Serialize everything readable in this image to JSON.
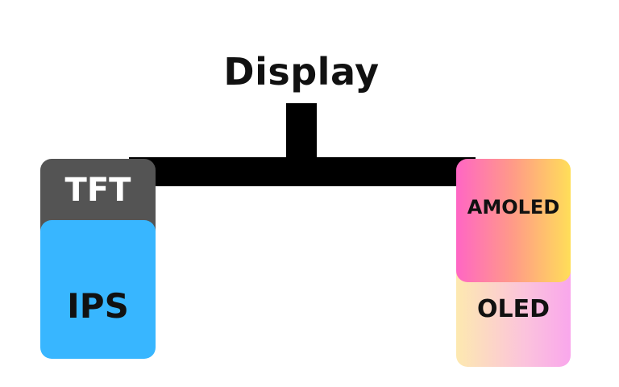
{
  "diagram": {
    "root": {
      "label": "Display"
    },
    "left_group": {
      "top": {
        "label": "TFT",
        "color": "#545454"
      },
      "bottom": {
        "label": "IPS",
        "color": "#38b6ff"
      }
    },
    "right_group": {
      "top": {
        "label": "AMOLED",
        "gradient": [
          "#ff66c4",
          "#ffde59"
        ]
      },
      "bottom": {
        "label": "OLED",
        "gradient": [
          "#fde9b0",
          "#f9a7ec"
        ]
      }
    },
    "connector_color": "#000000"
  }
}
